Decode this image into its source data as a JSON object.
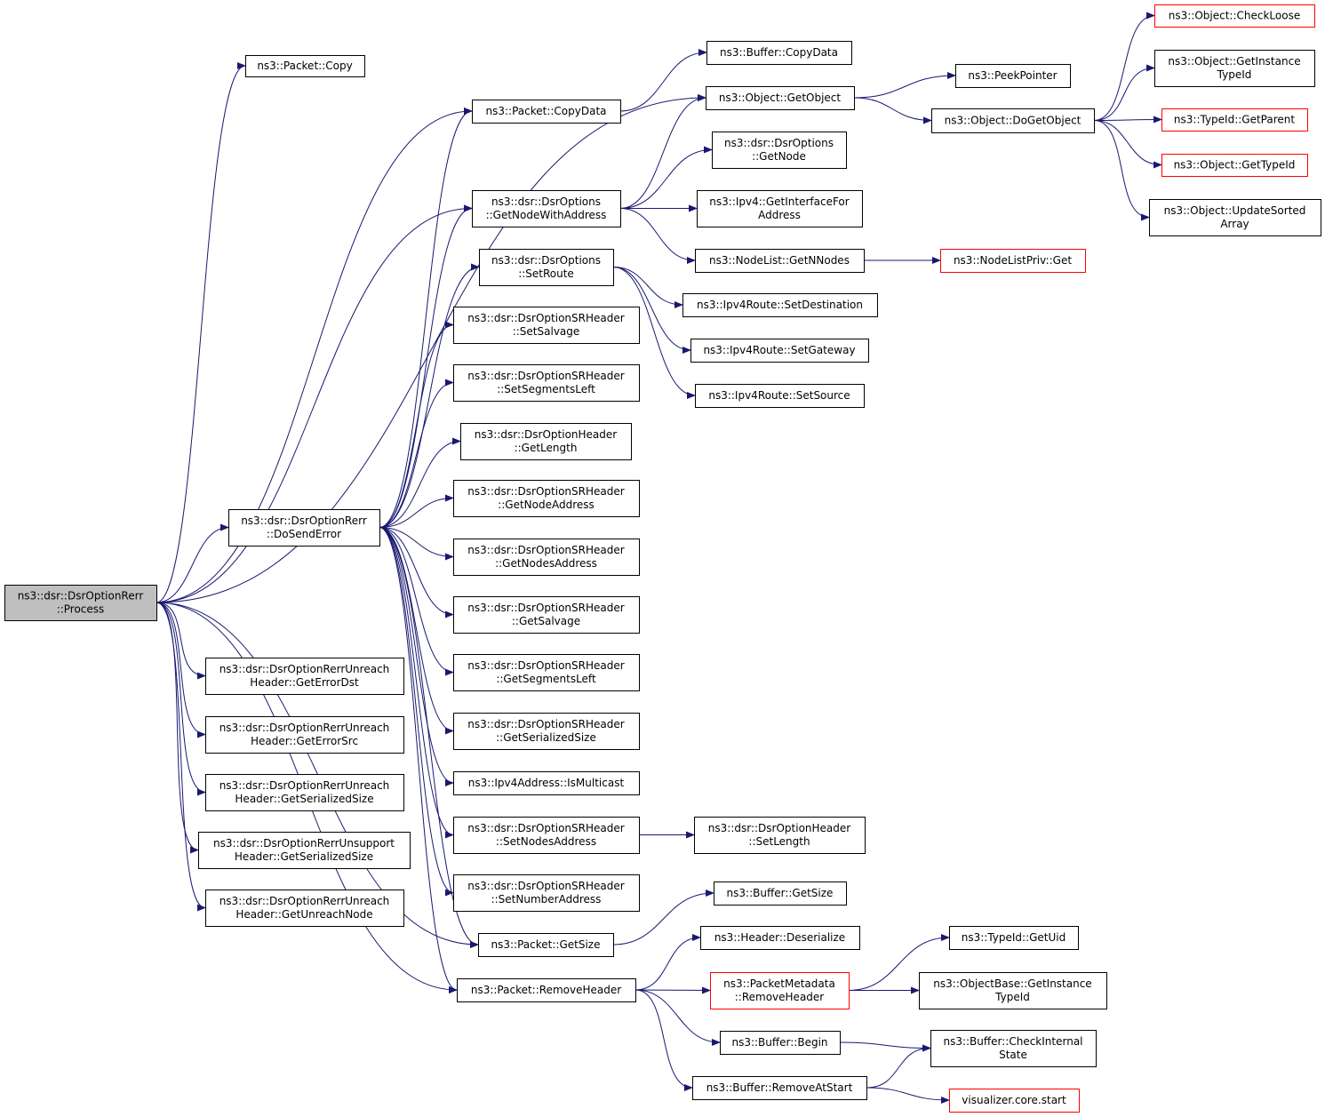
{
  "colors": {
    "edge": "#191970",
    "border": "#000000",
    "truncated_border": "#ff0000",
    "root_fill": "#bfbfbf"
  },
  "nodes": [
    {
      "id": "process",
      "lines": [
        "ns3::dsr::DsrOptionRerr",
        "::Process"
      ],
      "style": "root"
    },
    {
      "id": "packet_copy",
      "lines": [
        "ns3::Packet::Copy"
      ]
    },
    {
      "id": "packet_copydata",
      "lines": [
        "ns3::Packet::CopyData"
      ]
    },
    {
      "id": "buffer_copydata",
      "lines": [
        "ns3::Buffer::CopyData"
      ]
    },
    {
      "id": "object_getobject",
      "lines": [
        "ns3::Object::GetObject"
      ]
    },
    {
      "id": "peekpointer",
      "lines": [
        "ns3::PeekPointer"
      ]
    },
    {
      "id": "object_dogetobject",
      "lines": [
        "ns3::Object::DoGetObject"
      ]
    },
    {
      "id": "object_checkloose",
      "lines": [
        "ns3::Object::CheckLoose"
      ],
      "style": "red"
    },
    {
      "id": "object_getinstancetypeid",
      "lines": [
        "ns3::Object::GetInstance",
        "TypeId"
      ]
    },
    {
      "id": "typeid_getparent",
      "lines": [
        "ns3::TypeId::GetParent"
      ],
      "style": "red"
    },
    {
      "id": "object_gettypeid",
      "lines": [
        "ns3::Object::GetTypeId"
      ],
      "style": "red"
    },
    {
      "id": "object_updatesorted",
      "lines": [
        "ns3::Object::UpdateSorted",
        "Array"
      ]
    },
    {
      "id": "dsroptions_getnode",
      "lines": [
        "ns3::dsr::DsrOptions",
        "::GetNode"
      ]
    },
    {
      "id": "dsroptions_getnodewithaddress",
      "lines": [
        "ns3::dsr::DsrOptions",
        "::GetNodeWithAddress"
      ]
    },
    {
      "id": "ipv4_getinterfacefor",
      "lines": [
        "ns3::Ipv4::GetInterfaceFor",
        "Address"
      ]
    },
    {
      "id": "nodelist_getnnodes",
      "lines": [
        "ns3::NodeList::GetNNodes"
      ]
    },
    {
      "id": "nodelistpriv_get",
      "lines": [
        "ns3::NodeListPriv::Get"
      ],
      "style": "red"
    },
    {
      "id": "dsroptions_setroute",
      "lines": [
        "ns3::dsr::DsrOptions",
        "::SetRoute"
      ]
    },
    {
      "id": "ipv4route_setdestination",
      "lines": [
        "ns3::Ipv4Route::SetDestination"
      ]
    },
    {
      "id": "ipv4route_setgateway",
      "lines": [
        "ns3::Ipv4Route::SetGateway"
      ]
    },
    {
      "id": "ipv4route_setsource",
      "lines": [
        "ns3::Ipv4Route::SetSource"
      ]
    },
    {
      "id": "srh_setsalvage",
      "lines": [
        "ns3::dsr::DsrOptionSRHeader",
        "::SetSalvage"
      ]
    },
    {
      "id": "srh_setsegmentsleft",
      "lines": [
        "ns3::dsr::DsrOptionSRHeader",
        "::SetSegmentsLeft"
      ]
    },
    {
      "id": "optheader_getlength",
      "lines": [
        "ns3::dsr::DsrOptionHeader",
        "::GetLength"
      ]
    },
    {
      "id": "dosenderror",
      "lines": [
        "ns3::dsr::DsrOptionRerr",
        "::DoSendError"
      ]
    },
    {
      "id": "srh_getnodeaddress",
      "lines": [
        "ns3::dsr::DsrOptionSRHeader",
        "::GetNodeAddress"
      ]
    },
    {
      "id": "srh_getnodesaddress",
      "lines": [
        "ns3::dsr::DsrOptionSRHeader",
        "::GetNodesAddress"
      ]
    },
    {
      "id": "srh_getsalvage",
      "lines": [
        "ns3::dsr::DsrOptionSRHeader",
        "::GetSalvage"
      ]
    },
    {
      "id": "srh_getsegmentsleft",
      "lines": [
        "ns3::dsr::DsrOptionSRHeader",
        "::GetSegmentsLeft"
      ]
    },
    {
      "id": "srh_getserializedsize",
      "lines": [
        "ns3::dsr::DsrOptionSRHeader",
        "::GetSerializedSize"
      ]
    },
    {
      "id": "ipv4address_ismulticast",
      "lines": [
        "ns3::Ipv4Address::IsMulticast"
      ]
    },
    {
      "id": "srh_setnodesaddress",
      "lines": [
        "ns3::dsr::DsrOptionSRHeader",
        "::SetNodesAddress"
      ]
    },
    {
      "id": "optheader_setlength",
      "lines": [
        "ns3::dsr::DsrOptionHeader",
        "::SetLength"
      ]
    },
    {
      "id": "srh_setnumberaddress",
      "lines": [
        "ns3::dsr::DsrOptionSRHeader",
        "::SetNumberAddress"
      ]
    },
    {
      "id": "buffer_getsize",
      "lines": [
        "ns3::Buffer::GetSize"
      ]
    },
    {
      "id": "packet_getsize",
      "lines": [
        "ns3::Packet::GetSize"
      ]
    },
    {
      "id": "header_deserialize",
      "lines": [
        "ns3::Header::Deserialize"
      ]
    },
    {
      "id": "typeid_getuid",
      "lines": [
        "ns3::TypeId::GetUid"
      ]
    },
    {
      "id": "packet_removeheader",
      "lines": [
        "ns3::Packet::RemoveHeader"
      ]
    },
    {
      "id": "packetmetadata_removeheader",
      "lines": [
        "ns3::PacketMetadata",
        "::RemoveHeader"
      ],
      "style": "red"
    },
    {
      "id": "objectbase_getinstancetypeid",
      "lines": [
        "ns3::ObjectBase::GetInstance",
        "TypeId"
      ]
    },
    {
      "id": "buffer_begin",
      "lines": [
        "ns3::Buffer::Begin"
      ]
    },
    {
      "id": "buffer_checkinternalstate",
      "lines": [
        "ns3::Buffer::CheckInternal",
        "State"
      ]
    },
    {
      "id": "buffer_removeatstart",
      "lines": [
        "ns3::Buffer::RemoveAtStart"
      ]
    },
    {
      "id": "visualizer_core_start",
      "lines": [
        "visualizer.core.start"
      ],
      "style": "red"
    },
    {
      "id": "rerr_unreach_geterrordst",
      "lines": [
        "ns3::dsr::DsrOptionRerrUnreach",
        "Header::GetErrorDst"
      ]
    },
    {
      "id": "rerr_unreach_geterrorsrc",
      "lines": [
        "ns3::dsr::DsrOptionRerrUnreach",
        "Header::GetErrorSrc"
      ]
    },
    {
      "id": "rerr_unreach_getserializedsize",
      "lines": [
        "ns3::dsr::DsrOptionRerrUnreach",
        "Header::GetSerializedSize"
      ]
    },
    {
      "id": "rerr_unsupport_getserializedsize",
      "lines": [
        "ns3::dsr::DsrOptionRerrUnsupport",
        "Header::GetSerializedSize"
      ]
    },
    {
      "id": "rerr_unreach_getunreachnode",
      "lines": [
        "ns3::dsr::DsrOptionRerrUnreach",
        "Header::GetUnreachNode"
      ]
    }
  ],
  "edges": [
    [
      "process",
      "packet_copy"
    ],
    [
      "process",
      "packet_copydata"
    ],
    [
      "process",
      "object_getobject"
    ],
    [
      "process",
      "dsroptions_getnodewithaddress"
    ],
    [
      "process",
      "dosenderror"
    ],
    [
      "process",
      "rerr_unreach_geterrordst"
    ],
    [
      "process",
      "rerr_unreach_geterrorsrc"
    ],
    [
      "process",
      "rerr_unreach_getserializedsize"
    ],
    [
      "process",
      "rerr_unsupport_getserializedsize"
    ],
    [
      "process",
      "rerr_unreach_getunreachnode"
    ],
    [
      "process",
      "packet_getsize"
    ],
    [
      "process",
      "packet_removeheader"
    ],
    [
      "packet_copydata",
      "buffer_copydata"
    ],
    [
      "object_getobject",
      "peekpointer"
    ],
    [
      "object_getobject",
      "object_dogetobject"
    ],
    [
      "object_dogetobject",
      "object_checkloose"
    ],
    [
      "object_dogetobject",
      "object_getinstancetypeid"
    ],
    [
      "object_dogetobject",
      "typeid_getparent"
    ],
    [
      "object_dogetobject",
      "object_gettypeid"
    ],
    [
      "object_dogetobject",
      "object_updatesorted"
    ],
    [
      "dsroptions_getnodewithaddress",
      "object_getobject"
    ],
    [
      "dsroptions_getnodewithaddress",
      "dsroptions_getnode"
    ],
    [
      "dsroptions_getnodewithaddress",
      "ipv4_getinterfacefor"
    ],
    [
      "dsroptions_getnodewithaddress",
      "nodelist_getnnodes"
    ],
    [
      "nodelist_getnnodes",
      "nodelistpriv_get"
    ],
    [
      "dsroptions_setroute",
      "ipv4route_setdestination"
    ],
    [
      "dsroptions_setroute",
      "ipv4route_setgateway"
    ],
    [
      "dsroptions_setroute",
      "ipv4route_setsource"
    ],
    [
      "dosenderror",
      "packet_copydata"
    ],
    [
      "dosenderror",
      "dsroptions_getnodewithaddress"
    ],
    [
      "dosenderror",
      "dsroptions_setroute"
    ],
    [
      "dosenderror",
      "srh_setsalvage"
    ],
    [
      "dosenderror",
      "srh_setsegmentsleft"
    ],
    [
      "dosenderror",
      "optheader_getlength"
    ],
    [
      "dosenderror",
      "srh_getnodeaddress"
    ],
    [
      "dosenderror",
      "srh_getnodesaddress"
    ],
    [
      "dosenderror",
      "srh_getsalvage"
    ],
    [
      "dosenderror",
      "srh_getsegmentsleft"
    ],
    [
      "dosenderror",
      "srh_getserializedsize"
    ],
    [
      "dosenderror",
      "ipv4address_ismulticast"
    ],
    [
      "dosenderror",
      "srh_setnodesaddress"
    ],
    [
      "dosenderror",
      "srh_setnumberaddress"
    ],
    [
      "dosenderror",
      "packet_getsize"
    ],
    [
      "dosenderror",
      "packet_removeheader"
    ],
    [
      "srh_setnodesaddress",
      "optheader_setlength"
    ],
    [
      "packet_getsize",
      "buffer_getsize"
    ],
    [
      "packet_removeheader",
      "header_deserialize"
    ],
    [
      "packet_removeheader",
      "packetmetadata_removeheader"
    ],
    [
      "packet_removeheader",
      "buffer_begin"
    ],
    [
      "packet_removeheader",
      "buffer_removeatstart"
    ],
    [
      "packetmetadata_removeheader",
      "typeid_getuid"
    ],
    [
      "packetmetadata_removeheader",
      "objectbase_getinstancetypeid"
    ],
    [
      "buffer_begin",
      "buffer_checkinternalstate"
    ],
    [
      "buffer_removeatstart",
      "buffer_checkinternalstate"
    ],
    [
      "buffer_removeatstart",
      "visualizer_core_start"
    ]
  ]
}
